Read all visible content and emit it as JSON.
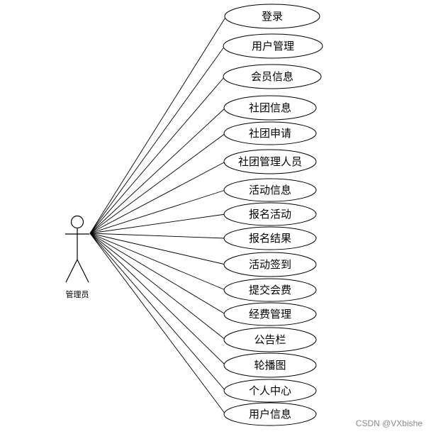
{
  "actor": {
    "label": "管理员",
    "icon": "stick-figure-icon"
  },
  "use_cases": [
    "登录",
    "用户管理",
    "会员信息",
    "社团信息",
    "社团申请",
    "社团管理人员",
    "活动信息",
    "报名活动",
    "报名结果",
    "活动签到",
    "提交会费",
    "经费管理",
    "公告栏",
    "轮播图",
    "个人中心",
    "用户信息"
  ],
  "watermark": "CSDN @VXbishe"
}
